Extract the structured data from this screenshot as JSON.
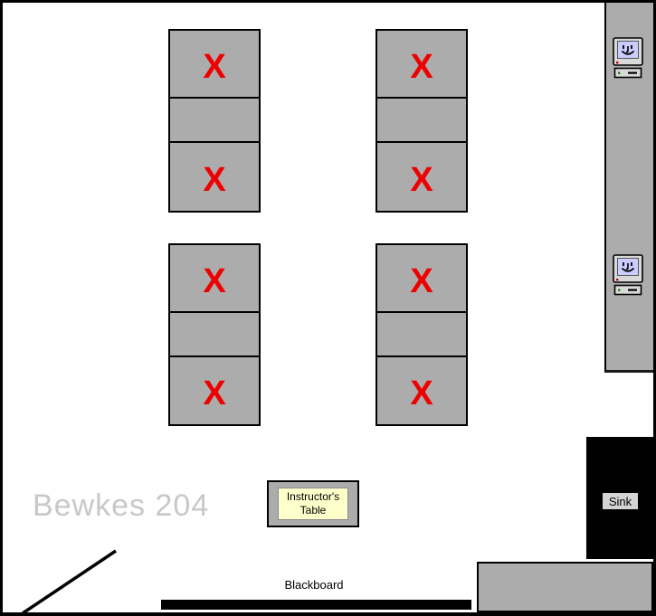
{
  "room": {
    "title": "Bewkes 204"
  },
  "table_groups": [
    {
      "position": "back-left",
      "seats": [
        "X",
        "",
        "X"
      ]
    },
    {
      "position": "back-right",
      "seats": [
        "X",
        "",
        "X"
      ]
    },
    {
      "position": "front-left",
      "seats": [
        "X",
        "",
        "X"
      ]
    },
    {
      "position": "front-right",
      "seats": [
        "X",
        "",
        "X"
      ]
    }
  ],
  "instructor_table": {
    "label": "Instructor's Table"
  },
  "blackboard": {
    "label": "Blackboard"
  },
  "sink": {
    "label": "Sink"
  },
  "computers": [
    {
      "icon": "classic-mac-icon"
    },
    {
      "icon": "classic-mac-icon"
    }
  ],
  "colors": {
    "table_gray": "#acacac",
    "seat_mark_red": "#ee0000",
    "room_title_gray": "#c8c8c8",
    "instructor_fill": "#ffffcc",
    "computer_screen": "#ccccff",
    "sink_fill": "#000000",
    "blackboard_fill": "#000000"
  }
}
